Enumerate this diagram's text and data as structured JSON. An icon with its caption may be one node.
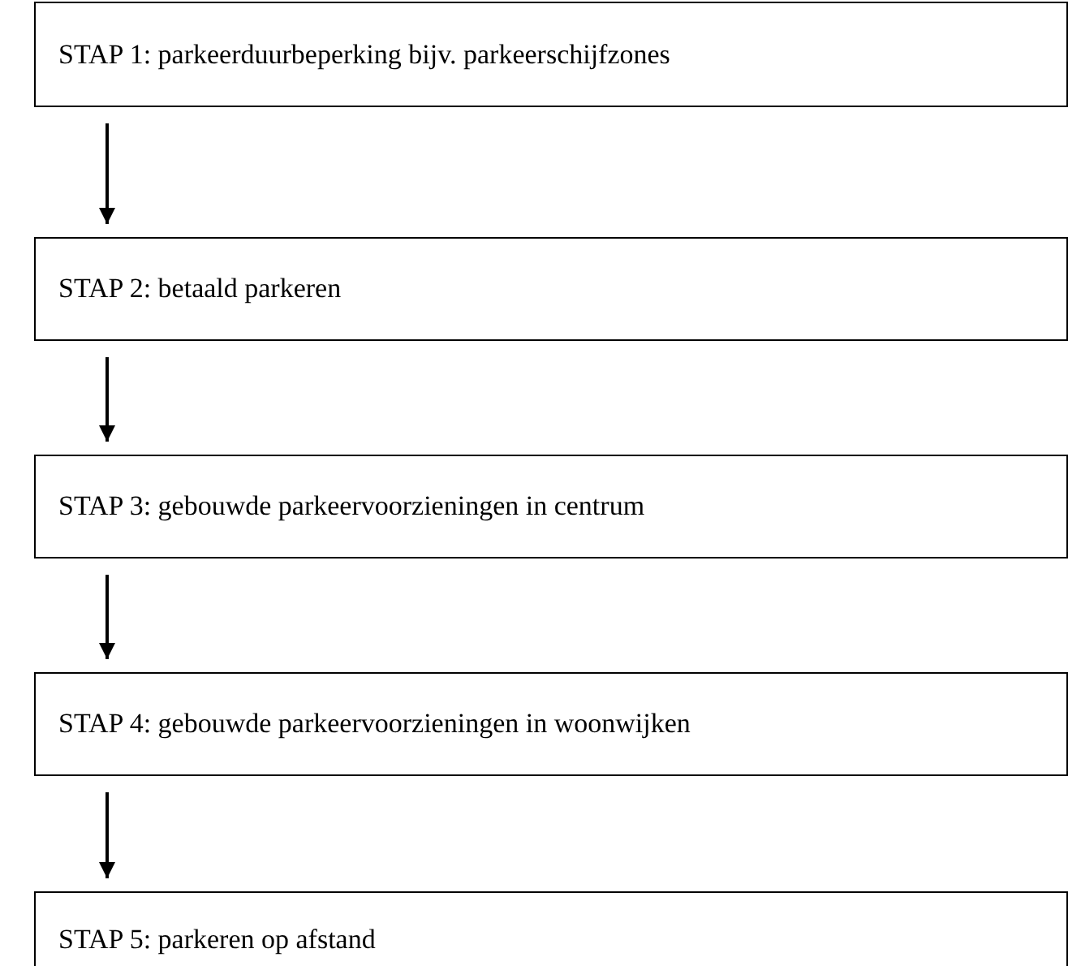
{
  "diagram": {
    "nodes": [
      {
        "text": [
          "STAP 1: parkeerduurbeperking bijv. parkeerschijfzones"
        ]
      },
      {
        "text": [
          "STAP 2: betaald parkeren"
        ]
      },
      {
        "text": [
          "STAP 3: gebouwde parkeervoorzieningen in centrum"
        ]
      },
      {
        "text": [
          "STAP 4: gebouwde parkeervoorzieningen in woonwijken"
        ]
      },
      {
        "text": [
          "STAP 5: parkeren op afstand"
        ]
      }
    ],
    "edges": [
      {
        "from": 0,
        "to": 1,
        "arrow": "to"
      },
      {
        "from": 1,
        "to": 2,
        "arrow": "to"
      },
      {
        "from": 2,
        "to": 3,
        "arrow": "to"
      },
      {
        "from": 3,
        "to": 4,
        "arrow": "to"
      }
    ]
  }
}
